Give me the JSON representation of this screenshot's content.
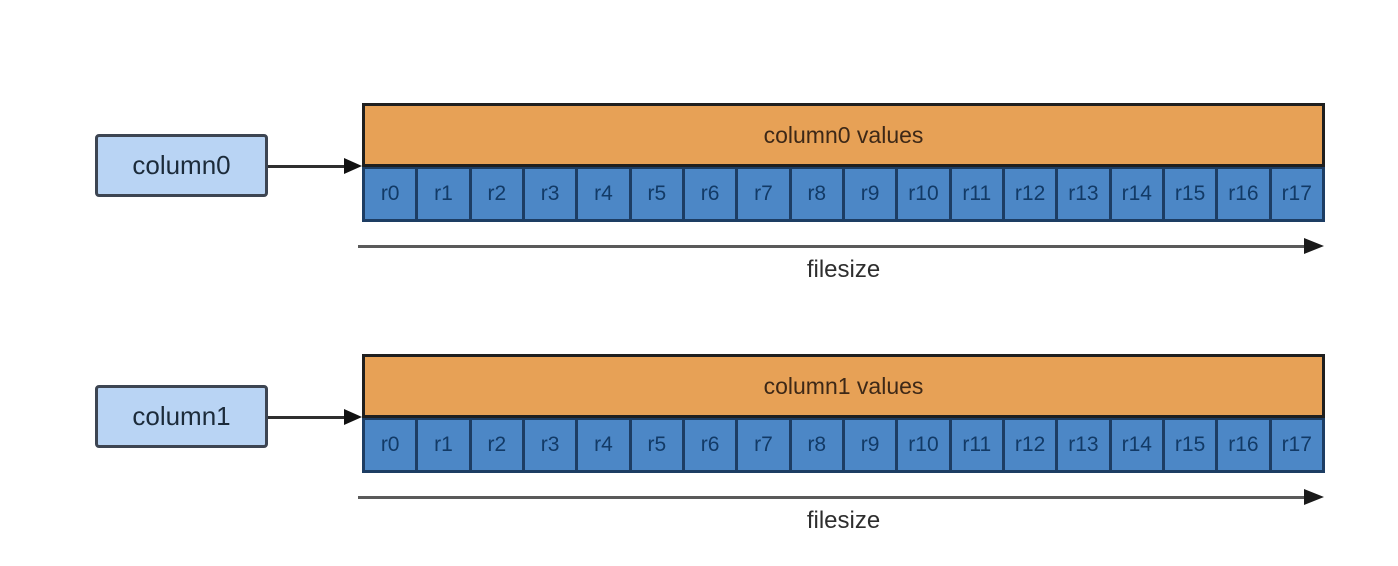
{
  "diagram": {
    "columns": [
      {
        "label": "column0",
        "header": "column0 values",
        "cells": [
          "r0",
          "r1",
          "r2",
          "r3",
          "r4",
          "r5",
          "r6",
          "r7",
          "r8",
          "r9",
          "r10",
          "r11",
          "r12",
          "r13",
          "r14",
          "r15",
          "r16",
          "r17"
        ],
        "axis_label": "filesize"
      },
      {
        "label": "column1",
        "header": "column1 values",
        "cells": [
          "r0",
          "r1",
          "r2",
          "r3",
          "r4",
          "r5",
          "r6",
          "r7",
          "r8",
          "r9",
          "r10",
          "r11",
          "r12",
          "r13",
          "r14",
          "r15",
          "r16",
          "r17"
        ],
        "axis_label": "filesize"
      }
    ],
    "colors": {
      "background": "#ffffff",
      "header_fill": "#e7a156",
      "header_border": "#1f1f1f",
      "header_text": "#3d2817",
      "cell_fill": "#4c87c6",
      "cell_border": "#1d3d63",
      "cell_text": "#123a66",
      "label_fill": "#b9d4f4",
      "label_border": "#3d4552",
      "label_text": "#1c2b3a",
      "pointer_arrow": "#2e2e2e",
      "pointer_arrowhead": "#111111",
      "filesize_arrow": "#5a5a5a",
      "filesize_arrowhead": "#1a1a1a",
      "filesize_text": "#2e2e2e"
    }
  }
}
